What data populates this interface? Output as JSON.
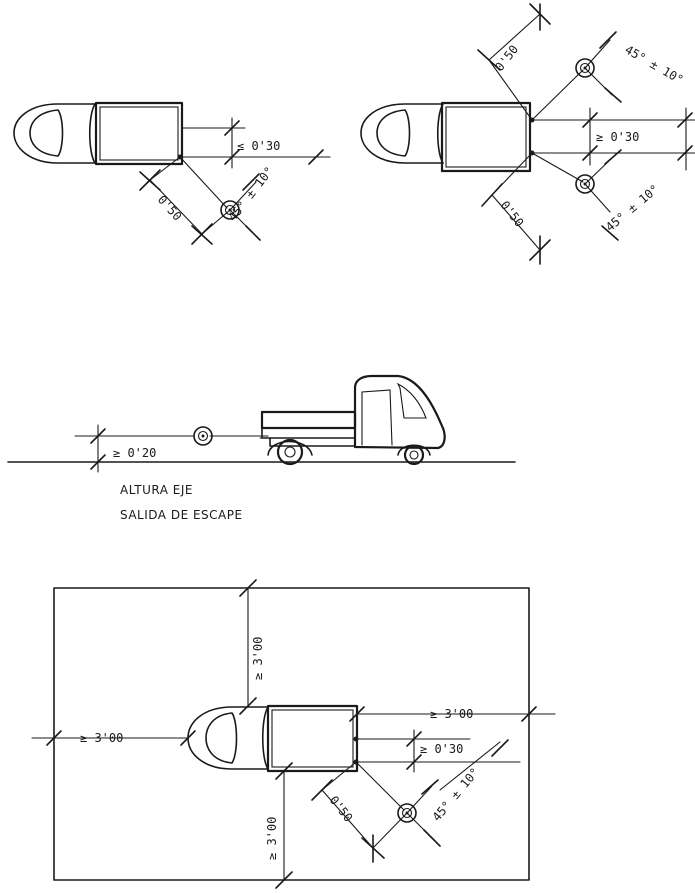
{
  "colors": {
    "ink": "#1a1a1a",
    "paper": "#ffffff"
  },
  "figure1": {
    "gap_max": "≤ 0'30",
    "diag": "0'50",
    "angle": "45° ± 10°"
  },
  "figure2": {
    "diag_top": "0'50",
    "diag_bottom": "0'50",
    "angle_top": "45° ± 10°",
    "angle_bottom": "45° ± 10°",
    "gap_min": "≥ 0'30"
  },
  "figure3": {
    "height": "≥ 0'20",
    "caption_line1": "ALTURA EJE",
    "caption_line2": "SALIDA DE ESCAPE"
  },
  "figure4": {
    "top_clearance": "≥ 3'00",
    "left_clearance": "≥ 3'00",
    "right_clearance": "≥ 3'00",
    "bottom_clearance": "≥ 3'00",
    "gap_min": "≥ 0'30",
    "diag": "0'50",
    "angle": "45° ± 10°"
  }
}
